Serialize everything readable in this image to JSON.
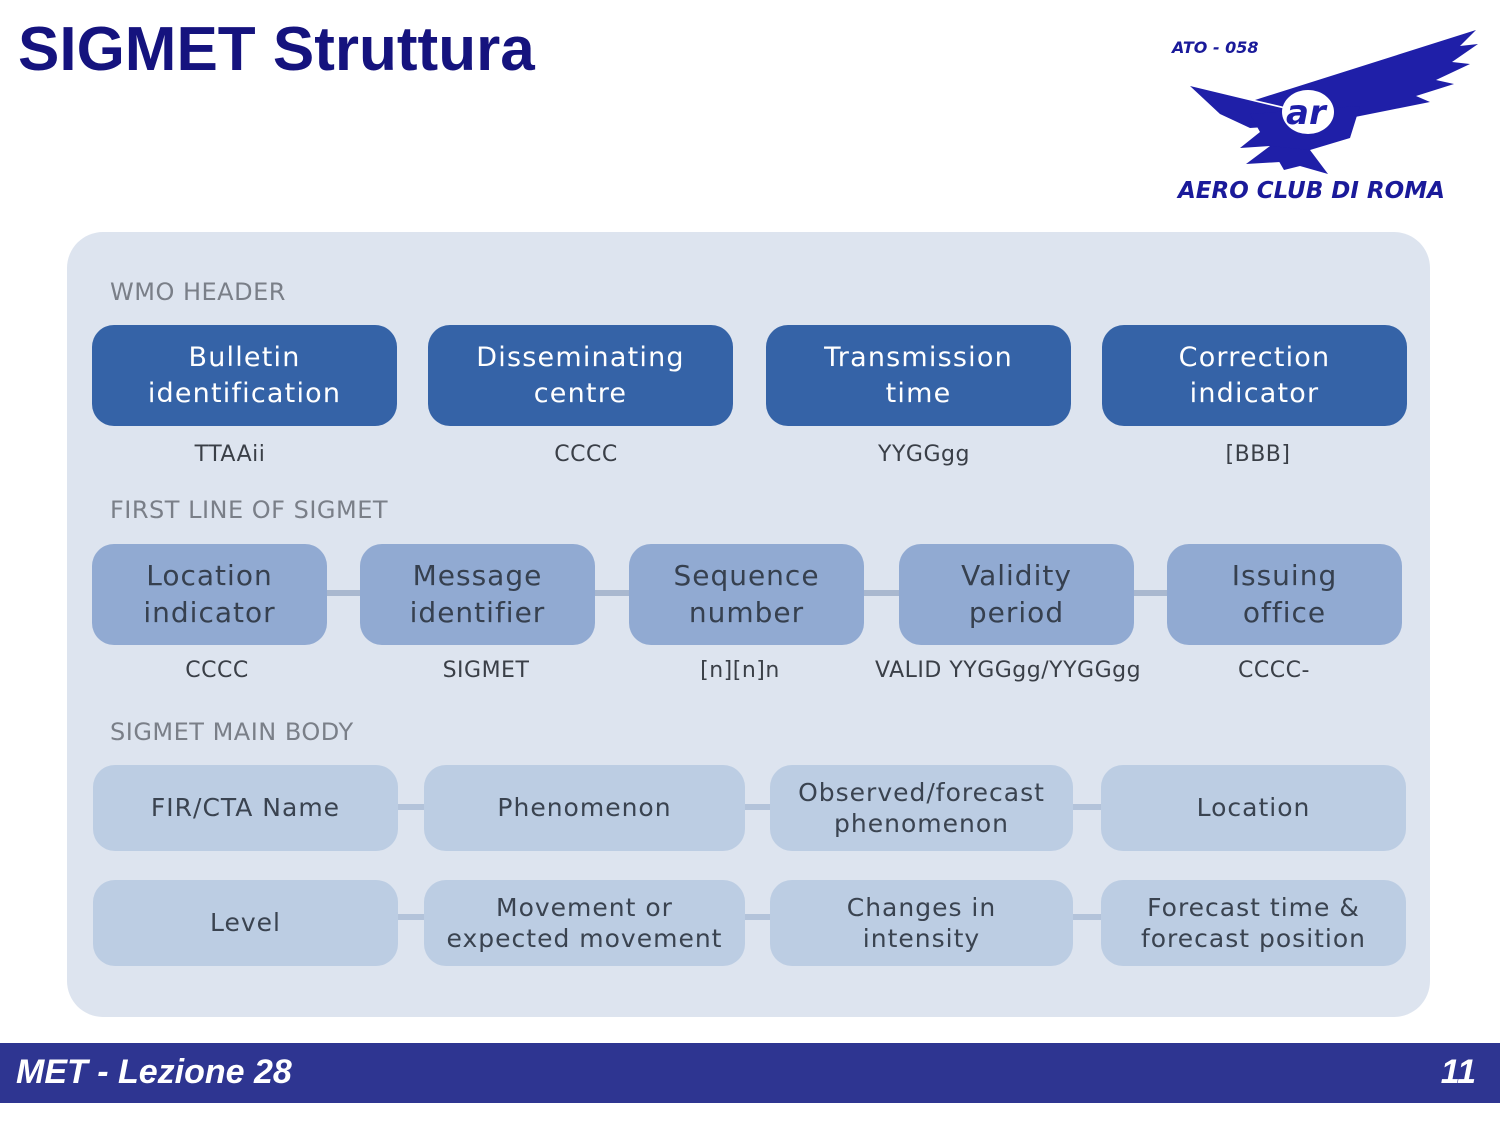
{
  "title": "SIGMET Struttura",
  "logo": {
    "ato": "ATO - 058",
    "mark": "ar",
    "name": "AERO CLUB DI ROMA"
  },
  "colors": {
    "title": "#15137e",
    "header_box": "#3563a7",
    "first_line_box": "#91aad2",
    "body_box": "#bccde3",
    "panel": "#dde4ef",
    "footer": "#2e3591"
  },
  "wmo_header": {
    "label": "WMO HEADER",
    "items": [
      {
        "name": "Bulletin\nidentification",
        "code": "TTAAii"
      },
      {
        "name": "Disseminating\ncentre",
        "code": "CCCC"
      },
      {
        "name": "Transmission\ntime",
        "code": "YYGGgg"
      },
      {
        "name": "Correction\nindicator",
        "code": "[BBB]"
      }
    ]
  },
  "first_line": {
    "label": "FIRST LINE OF SIGMET",
    "items": [
      {
        "name": "Location\nindicator",
        "code": "CCCC"
      },
      {
        "name": "Message\nidentifier",
        "code": "SIGMET"
      },
      {
        "name": "Sequence\nnumber",
        "code": "[n][n]n"
      },
      {
        "name": "Validity\nperiod",
        "code": "VALID YYGGgg/YYGGgg"
      },
      {
        "name": "Issuing\noffice",
        "code": "CCCC-"
      }
    ]
  },
  "main_body": {
    "label": "SIGMET MAIN BODY",
    "row1": [
      "FIR/CTA Name",
      "Phenomenon",
      "Observed/forecast\nphenomenon",
      "Location"
    ],
    "row2": [
      "Level",
      "Movement or\nexpected movement",
      "Changes in\nintensity",
      "Forecast time &\nforecast position"
    ]
  },
  "footer": {
    "left": "MET - Lezione 28",
    "page": "11"
  }
}
